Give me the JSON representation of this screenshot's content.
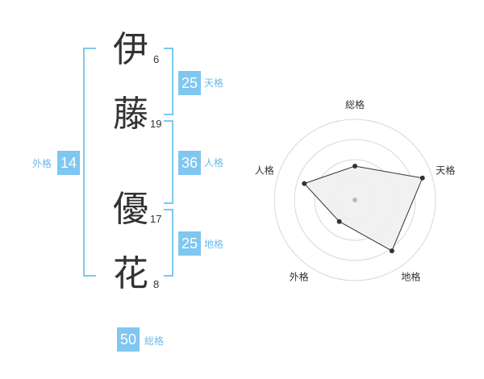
{
  "theme": {
    "accent": "#7fc7f0",
    "text": "#333333",
    "label": "#6fb9e8"
  },
  "name": {
    "chars": [
      {
        "char": "伊",
        "strokes": "6"
      },
      {
        "char": "藤",
        "strokes": "19"
      },
      {
        "char": "優",
        "strokes": "17"
      },
      {
        "char": "花",
        "strokes": "8"
      }
    ]
  },
  "kaku": {
    "tenkaku": {
      "value": "25",
      "label": "天格"
    },
    "jinkaku": {
      "value": "36",
      "label": "人格"
    },
    "chikaku": {
      "value": "25",
      "label": "地格"
    },
    "gaikaku": {
      "value": "14",
      "label": "外格"
    },
    "soukaku": {
      "value": "50",
      "label": "総格"
    }
  },
  "chart_data": {
    "type": "radar",
    "axes": [
      "総格",
      "天格",
      "地格",
      "外格",
      "人格"
    ],
    "values": [
      0.42,
      0.88,
      0.78,
      0.33,
      0.66
    ],
    "range": [
      0,
      1
    ],
    "rings": 4,
    "colors": {
      "fill": "#efefef",
      "stroke": "#333333",
      "ring": "#d8d8d8",
      "center": "#bbbbbb"
    }
  }
}
